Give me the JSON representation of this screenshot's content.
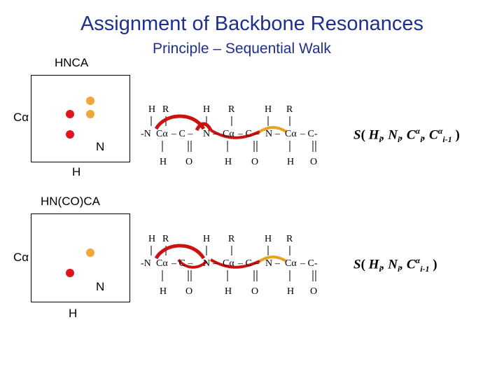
{
  "title": "Assignment of Backbone Resonances",
  "subtitle": "Principle – Sequential Walk",
  "colors": {
    "title": "#1f2f8f",
    "red_dot": "#e0141c",
    "orange_dot": "#f2a53a",
    "arrow_red": "#cc1111"
  },
  "hnca": {
    "label": "HNCA",
    "y_axis_label": "Cα",
    "n_label": "N",
    "h_label": "H",
    "formula": {
      "s": "S",
      "open": "( ",
      "h": "H",
      "i1": "i",
      "sep1": ", ",
      "n": "N",
      "i2": "i",
      "sep2": ", ",
      "c1": "C",
      "alpha1": "α",
      "i3": "i",
      "sep3": ", ",
      "c2": "C",
      "alpha2": "α",
      "im1": "i-1",
      "close": " )"
    }
  },
  "hncoca": {
    "label": "HN(CO)CA",
    "y_axis_label": "Cα",
    "n_label": "N",
    "h_label": "H",
    "formula": {
      "s": "S",
      "open": "( ",
      "h": "H",
      "i1": "i",
      "sep1": ", ",
      "n": "N",
      "i2": "i",
      "sep2": ", ",
      "c": "C",
      "alpha": "α",
      "im1": "i-1",
      "close": " )"
    }
  },
  "chain": {
    "top_labels": [
      "H",
      "R",
      "H",
      "R",
      "H",
      "R"
    ],
    "backbone": [
      "-N",
      "Cα",
      "– C –",
      "N",
      "–",
      "Cα",
      "– C –",
      "N",
      "–",
      "Cα",
      "– C-"
    ],
    "bottom_labels": [
      "H",
      "O",
      "H",
      "O",
      "H",
      "O"
    ]
  }
}
